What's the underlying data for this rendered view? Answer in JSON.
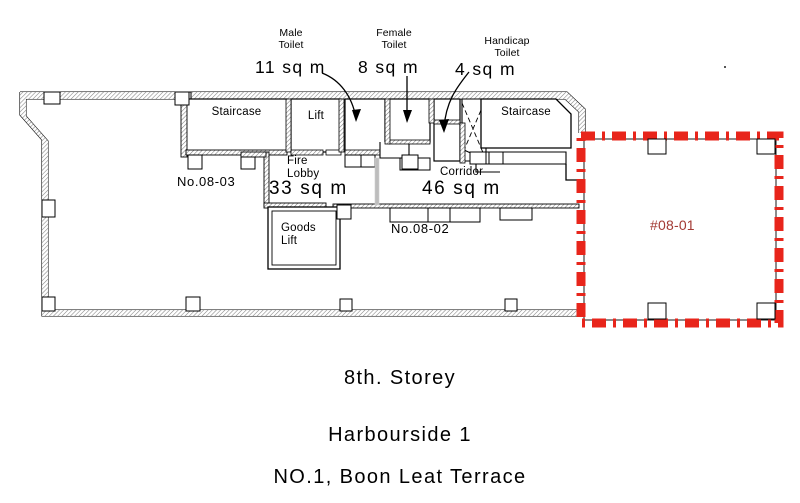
{
  "document": {
    "type": "floor-plan",
    "storey_caption": "8th. Storey",
    "building_caption": "Harbourside 1",
    "address_caption": "NO.1, Boon Leat Terrace"
  },
  "colors": {
    "wall_stroke": "#000000",
    "wall_fill": "#ffffff",
    "hatch": "#9a9a9a",
    "highlight_red": "#e8251b",
    "highlight_label": "#a33a34",
    "paper": "#ffffff"
  },
  "callouts": [
    {
      "id": "male-toilet",
      "name_line1": "Male",
      "name_line2": "Toilet",
      "area": "11  sq  m"
    },
    {
      "id": "female-toilet",
      "name_line1": "Female",
      "name_line2": "Toilet",
      "area": "8  sq  m"
    },
    {
      "id": "handicap-toilet",
      "name_line1": "Handicap",
      "name_line2": "Toilet",
      "area": "4  sq  m"
    }
  ],
  "rooms": [
    {
      "id": "staircase-left",
      "label": "Staircase"
    },
    {
      "id": "lift",
      "label": "Lift"
    },
    {
      "id": "staircase-right",
      "label": "Staircase"
    },
    {
      "id": "goods-lift",
      "label_line1": "Goods",
      "label_line2": "Lift"
    }
  ],
  "spaces": [
    {
      "id": "fire-lobby",
      "label_line1": "Fire",
      "label_line2": "Lobby",
      "area": "33  sq  m"
    },
    {
      "id": "corridor",
      "label_line1": "Corridor",
      "area": "46  sq  m"
    }
  ],
  "units": [
    {
      "id": "unit-08-03",
      "label": "No.08-03",
      "highlighted": false
    },
    {
      "id": "unit-08-02",
      "label": "No.08-02",
      "highlighted": false
    },
    {
      "id": "unit-08-01",
      "label": "#08-01",
      "highlighted": true
    }
  ]
}
